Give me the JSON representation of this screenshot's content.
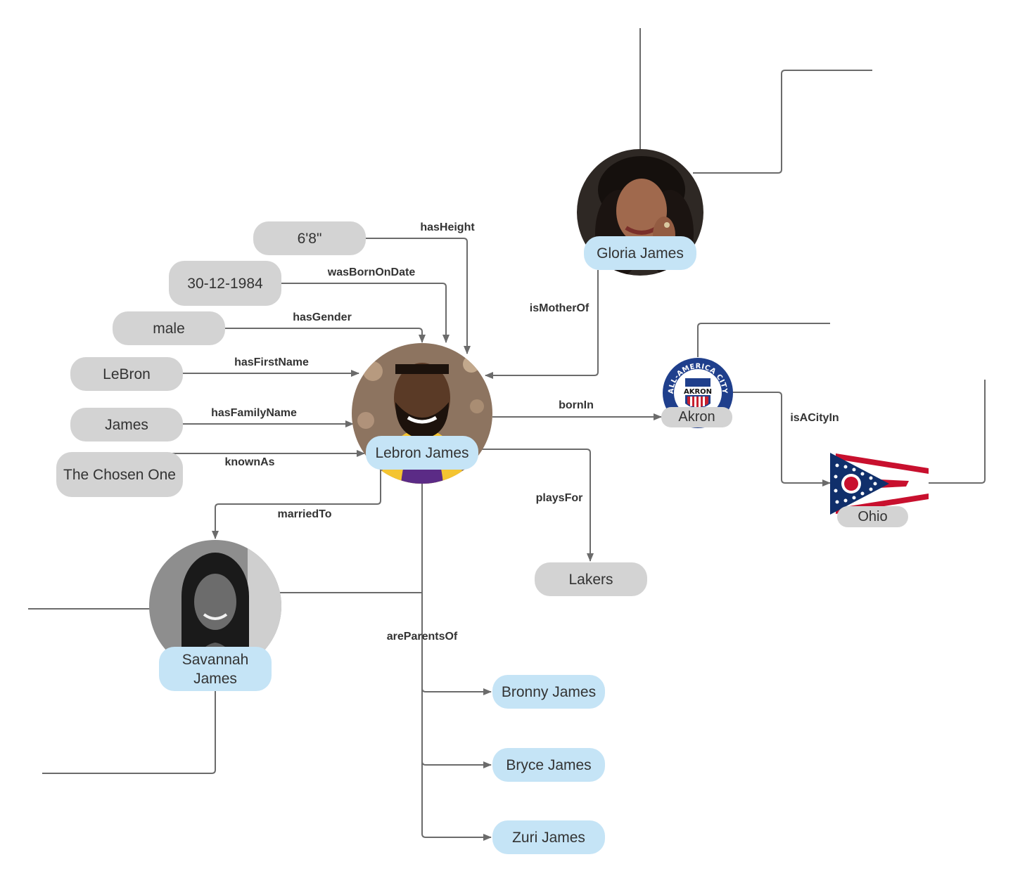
{
  "literals": {
    "height": "6'8\"",
    "birth_date": "30-12-1984",
    "gender": "male",
    "first_name": "LeBron",
    "family_name": "James",
    "nickname": "The Chosen One",
    "team": "Lakers"
  },
  "entities": {
    "lebron": "Lebron James",
    "gloria": "Gloria James",
    "savannah": "Savannah James",
    "akron": "Akron",
    "ohio": "Ohio",
    "bronny": "Bronny James",
    "bryce": "Bryce James",
    "zuri": "Zuri James"
  },
  "relations": {
    "has_height": "hasHeight",
    "was_born_on_date": "wasBornOnDate",
    "has_gender": "hasGender",
    "has_first_name": "hasFirstName",
    "has_family_name": "hasFamilyName",
    "known_as": "knownAs",
    "is_mother_of": "isMotherOf",
    "born_in": "bornIn",
    "is_a_city_in": "isACityIn",
    "plays_for": "playsFor",
    "married_to": "marriedTo",
    "are_parents_of": "areParentsOf"
  },
  "seal": {
    "ring_text": "ALL-AMERICA CITY",
    "center_text": "AKRON"
  },
  "colors": {
    "literal_fill": "#d3d3d3",
    "entity_fill": "#c5e4f6",
    "edge": "#6b6b6b",
    "text": "#333333"
  }
}
